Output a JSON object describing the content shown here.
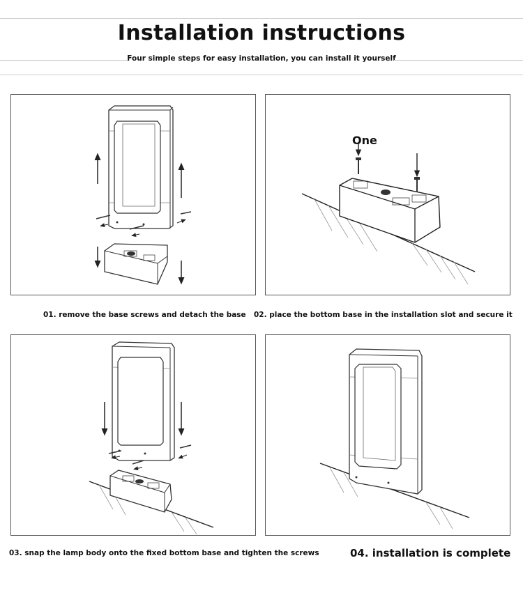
{
  "header": {
    "title": "Installation instructions",
    "subtitle": "Four simple steps for easy installation, you can install it yourself"
  },
  "steps": [
    {
      "caption": "01. remove the base screws and detach the base"
    },
    {
      "caption": "02. place the bottom base in the installation slot and secure it",
      "label": "One"
    },
    {
      "caption": "03. snap the lamp body onto the fixed bottom base and tighten the screws"
    },
    {
      "caption": "04. installation is complete"
    }
  ]
}
